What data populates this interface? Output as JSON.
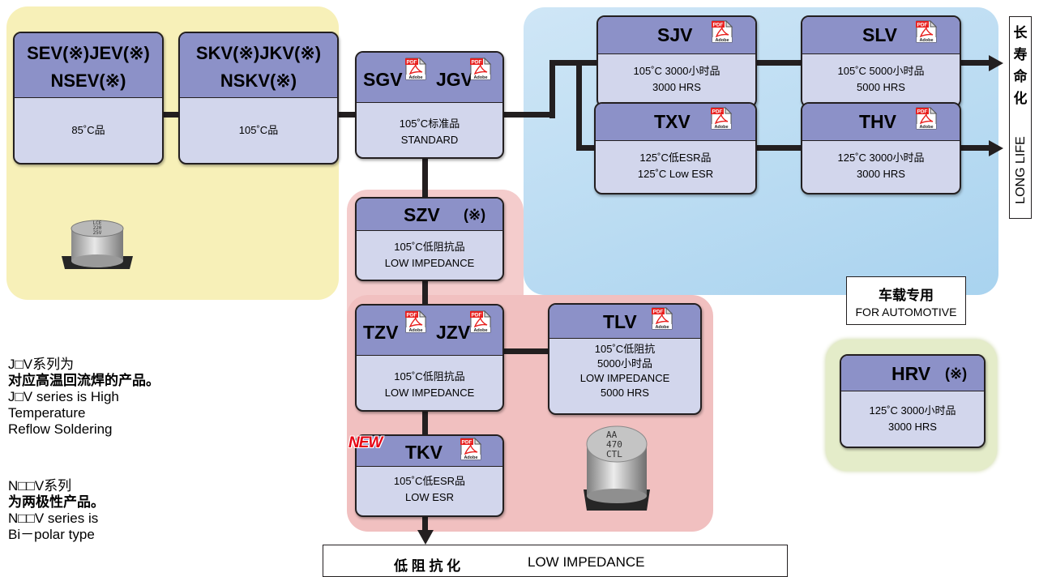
{
  "colors": {
    "yellow_region": "#f7f0b8",
    "blue_region": "#b5d8f0",
    "pink_region": "#f3c3c3",
    "green_region": "#e4ecc9",
    "card_header": "#8c91c8",
    "card_body": "#d2d6ec",
    "line": "#231f20",
    "new_badge": "#e60012"
  },
  "pdf_icon": {
    "top": "PDF",
    "bottom": "Adobe"
  },
  "cards": {
    "sev": {
      "title1": "SEV(※)JEV(※)",
      "title2": "NSEV(※)",
      "line1": "85˚C品"
    },
    "skv": {
      "title1": "SKV(※)JKV(※)",
      "title2": "NSKV(※)",
      "line1": "105˚C品"
    },
    "sgv": {
      "title_a": "SGV",
      "title_b": "JGV",
      "line1": "105˚C标准品",
      "line2": "STANDARD"
    },
    "sjv": {
      "title": "SJV",
      "line1": "105˚C 3000小时品",
      "line2": "3000 HRS"
    },
    "slv": {
      "title": "SLV",
      "line1": "105˚C 5000小时品",
      "line2": "5000 HRS"
    },
    "txv": {
      "title": "TXV",
      "line1": "125˚C低ESR品",
      "line2": "125˚C Low ESR"
    },
    "thv": {
      "title": "THV",
      "line1": "125˚C 3000小时品",
      "line2": "3000 HRS"
    },
    "szv": {
      "title": "SZV",
      "mark": "(※)",
      "line1": "105˚C低阻抗品",
      "line2": "LOW IMPEDANCE"
    },
    "tzv": {
      "title_a": "TZV",
      "title_b": "JZV",
      "line1": "105˚C低阻抗品",
      "line2": "LOW IMPEDANCE"
    },
    "tlv": {
      "title": "TLV",
      "line1": "105˚C低阻抗",
      "line2": "5000小时品",
      "line3": "LOW IMPEDANCE",
      "line4": "5000 HRS"
    },
    "tkv": {
      "title": "TKV",
      "badge": "NEW",
      "line1": "105˚C低ESR品",
      "line2": "LOW ESR"
    },
    "hrv": {
      "title": "HRV",
      "mark": "(※)",
      "line1": "125˚C 3000小时品",
      "line2": "3000 HRS"
    }
  },
  "long_life": {
    "cn": [
      "长",
      "寿",
      "命",
      "化"
    ],
    "en": "LONG LIFE"
  },
  "automotive": {
    "cn": "车载专用",
    "en": "FOR AUTOMOTIVE"
  },
  "bottom_label": {
    "cn": "低 阻 抗 化",
    "en": "LOW IMPEDANCE"
  },
  "capacitor_top": {
    "line1": "LCE",
    "line2": "220",
    "line3": "25V"
  },
  "capacitor_bottom": {
    "line1": "AA",
    "line2": "470",
    "line3": "CTL"
  },
  "notes": {
    "j": [
      "J□V系列为",
      "对应高温回流焊的产品。",
      "J□V series is High",
      "Temperature",
      "Reflow Soldering"
    ],
    "n": [
      "N□□V系列",
      "为两极性产品。",
      "N□□V series is",
      "Bi－polar type"
    ]
  }
}
